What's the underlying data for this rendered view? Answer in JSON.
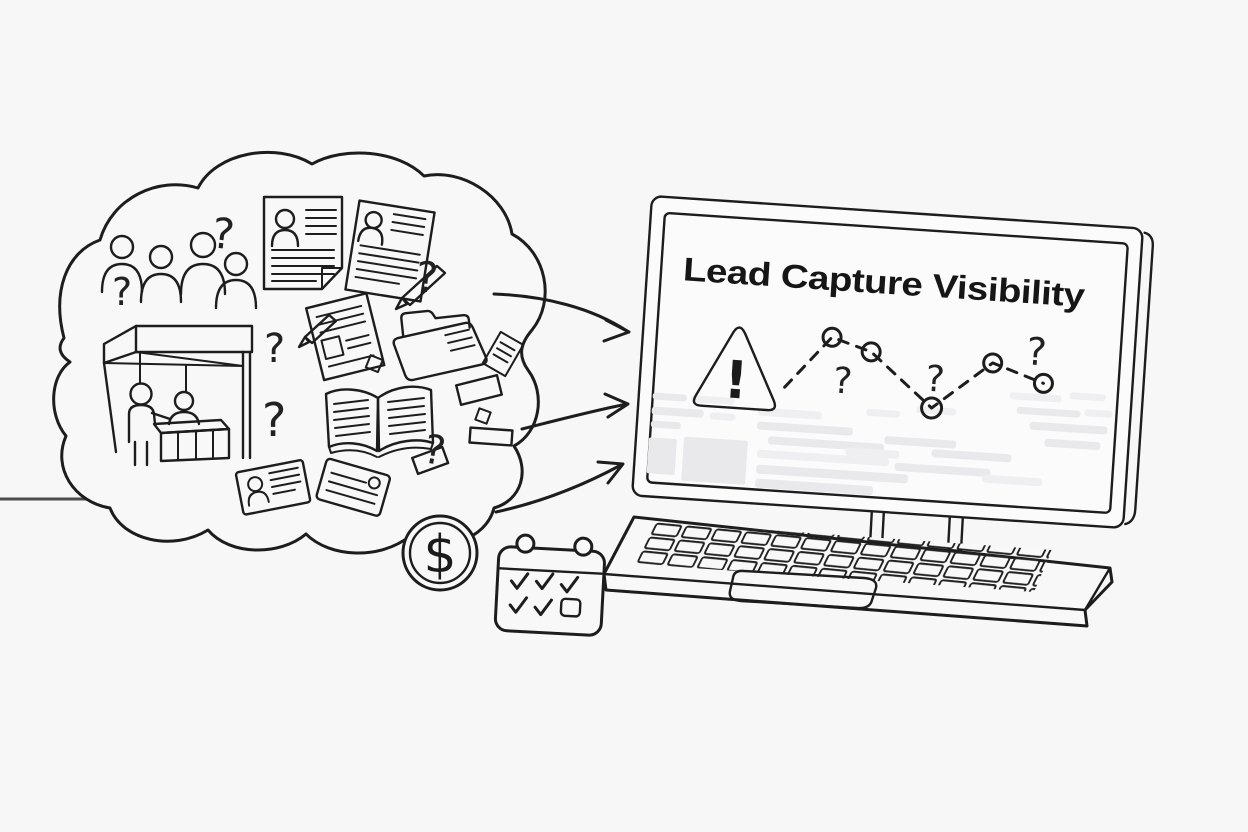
{
  "screen": {
    "title": "Lead Capture Visibility",
    "chart": {
      "type": "line-sketch",
      "node_count": 5,
      "annotations": [
        "warning-triangle",
        "question-marks",
        "placeholder-text-bars"
      ]
    }
  },
  "glyphs": {
    "question_mark": "?",
    "exclamation": "!",
    "dollar_sign": "$"
  },
  "colors": {
    "ink": "#1d1d1d",
    "background": "#f7f7f7",
    "screen_fill": "#fbfbfb",
    "placeholder_bar": "#e9e9eb",
    "divider_line": "#4d4d4d"
  },
  "cloud_icons": [
    "people-group",
    "trade-show-booth",
    "resume-document",
    "annotated-document",
    "id-card-document",
    "folder",
    "open-book",
    "business-card",
    "credit-card",
    "scattered-notes",
    "question-marks"
  ],
  "screen_icons": [
    "warning-triangle",
    "dashed-trend-line",
    "question-marks",
    "placeholder-text"
  ],
  "other_icons": [
    "dollar-coin",
    "calendar-checklist",
    "laptop-computer"
  ],
  "arrows": {
    "count": 3,
    "direction": "cloud-to-screen"
  }
}
